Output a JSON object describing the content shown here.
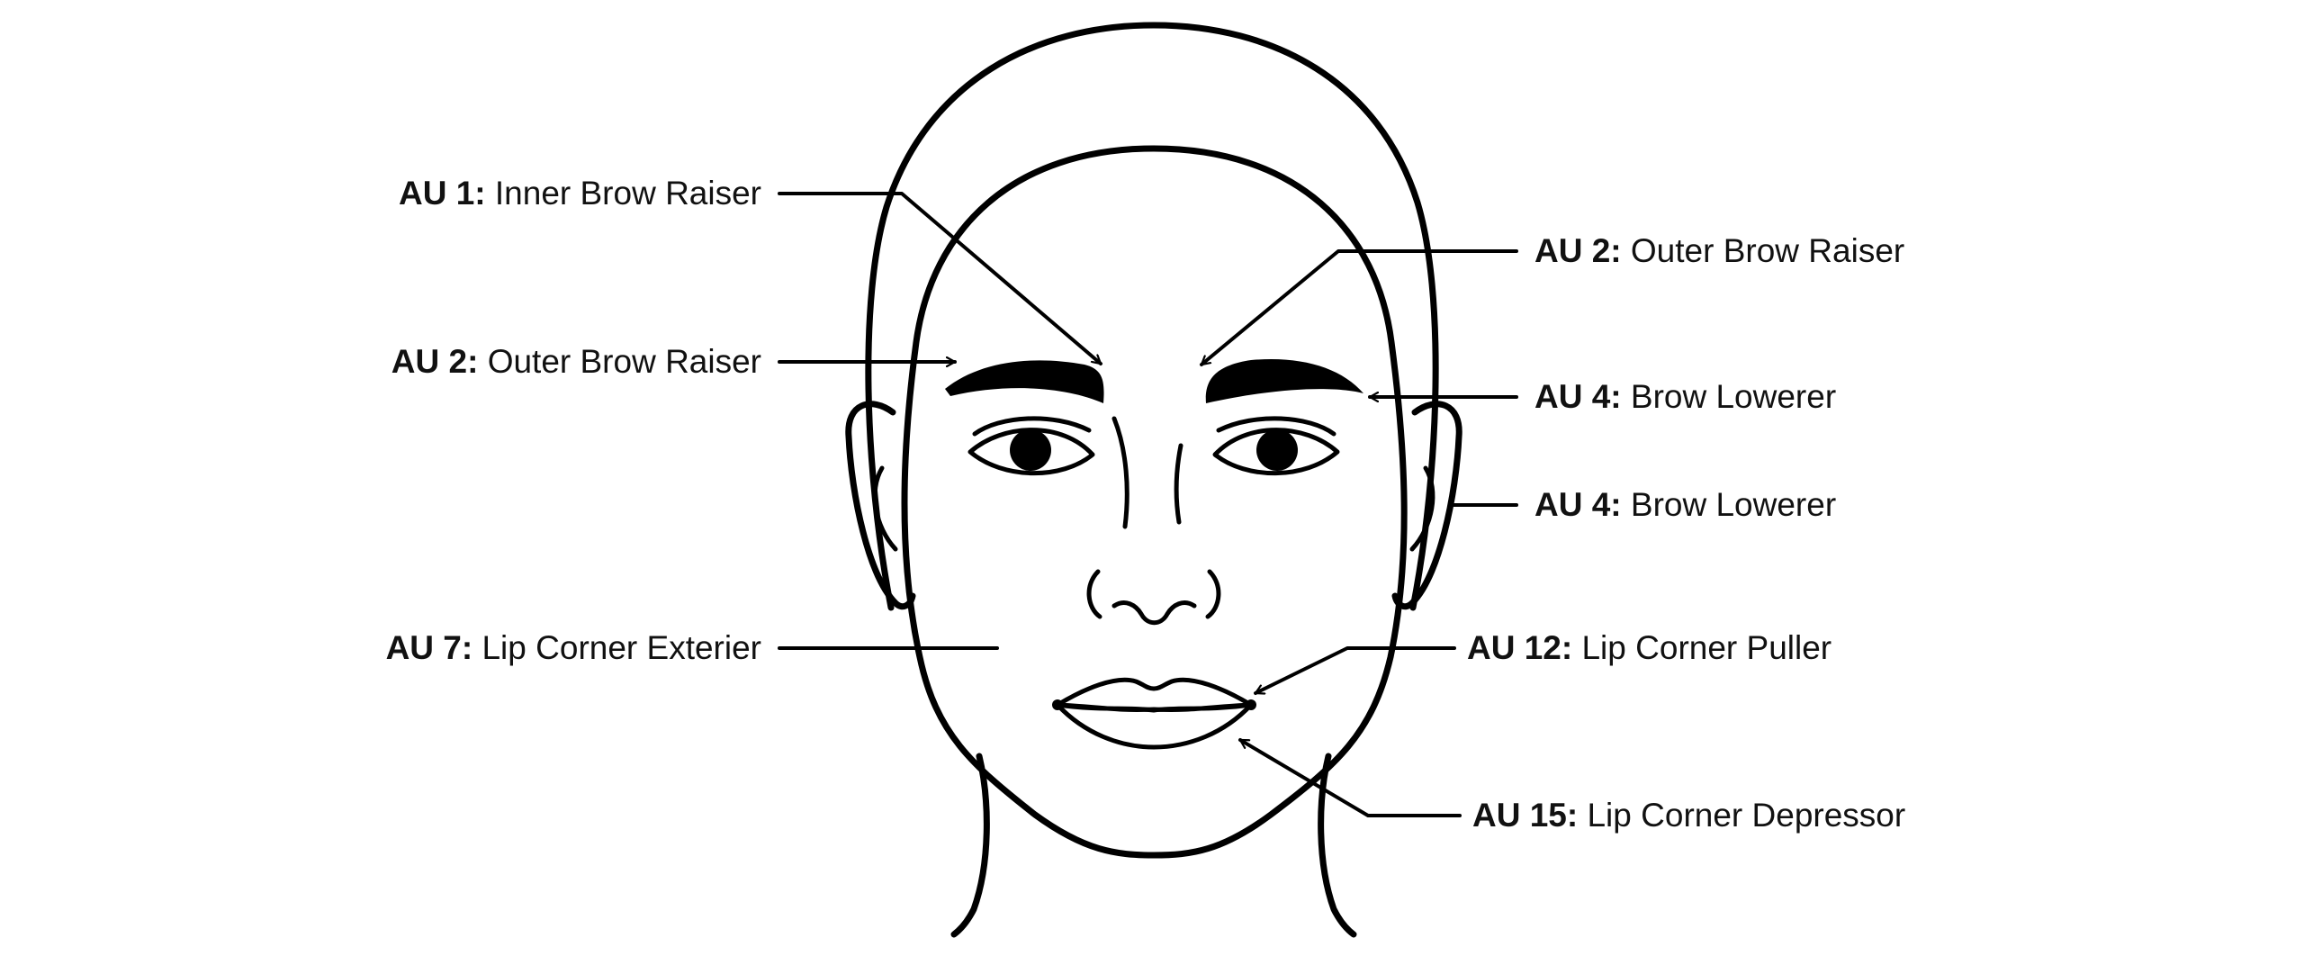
{
  "diagram": {
    "labels": {
      "inner_brow_left": {
        "code": "AU 1:",
        "name": "Inner Brow Raiser"
      },
      "outer_brow_left": {
        "code": "AU 2:",
        "name": "Outer Brow Raiser"
      },
      "lip_corner_left": {
        "code": "AU 7:",
        "name": "Lip Corner Exterier"
      },
      "outer_brow_right": {
        "code": "AU 2:",
        "name": "Outer Brow Raiser"
      },
      "brow_lowerer_brow": {
        "code": "AU 4:",
        "name": "Brow Lowerer"
      },
      "brow_lowerer_ear": {
        "code": "AU 4:",
        "name": "Brow Lowerer"
      },
      "lip_corner_puller": {
        "code": "AU 12:",
        "name": "Lip Corner Puller"
      },
      "lip_corner_depressor": {
        "code": "AU 15:",
        "name": "Lip Corner Depressor"
      }
    }
  }
}
